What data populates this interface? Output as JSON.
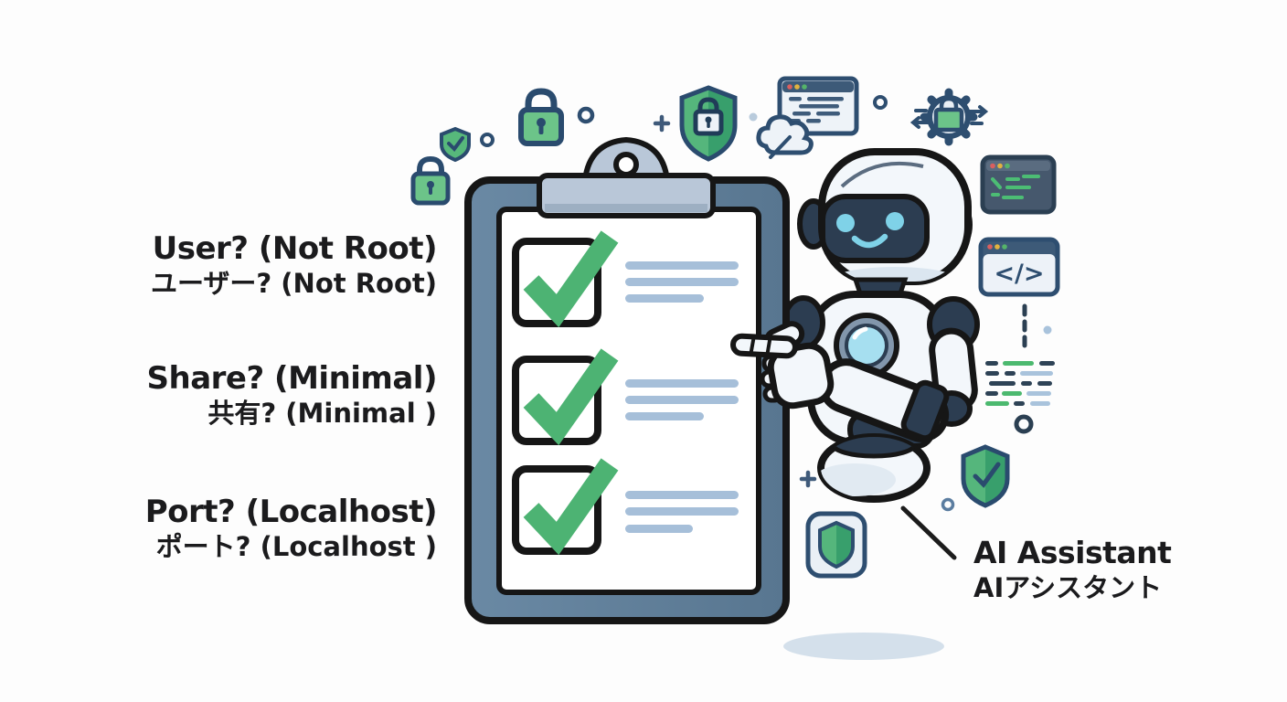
{
  "checklist": {
    "items": [
      {
        "label_en": "User? (Not Root)",
        "label_ja": "ユーザー? (Not Root)",
        "checked": true
      },
      {
        "label_en": "Share? (Minimal)",
        "label_ja": "共有? (Minimal )",
        "checked": true
      },
      {
        "label_en": "Port? (Localhost)",
        "label_ja": "ポート? (Localhost )",
        "checked": true
      }
    ],
    "items_checked": 3,
    "total_items": 3
  },
  "assistant": {
    "label_en": "AI Assistant",
    "label_ja": "AIアシスタント"
  },
  "icons": {
    "code_symbol": "</>",
    "decor_icons": [
      "padlock-icon",
      "shield-check-icon",
      "shield-lock-icon",
      "gear-lock-icon",
      "browser-window-icon",
      "cloud-upload-icon",
      "terminal-window-icon",
      "code-window-icon",
      "code-lines-icon",
      "shield-badge-icon"
    ]
  },
  "colors": {
    "accent_green": "#4db373",
    "shield_green_light": "#55b67c",
    "shield_green_dark": "#389f6c",
    "navy": "#2c3d51",
    "icon_navy": "#2e4e70",
    "slate_frame": "#5e7d98",
    "clip_silver": "#b9c7d8",
    "line_blue": "#a6bfd9",
    "cyan": "#7fd2e8",
    "shadow": "#cfdde9",
    "text": "#1b1b1d",
    "dot_red": "#d95f5f",
    "dot_yellow": "#e2b23f",
    "dot_green": "#55b36a"
  }
}
